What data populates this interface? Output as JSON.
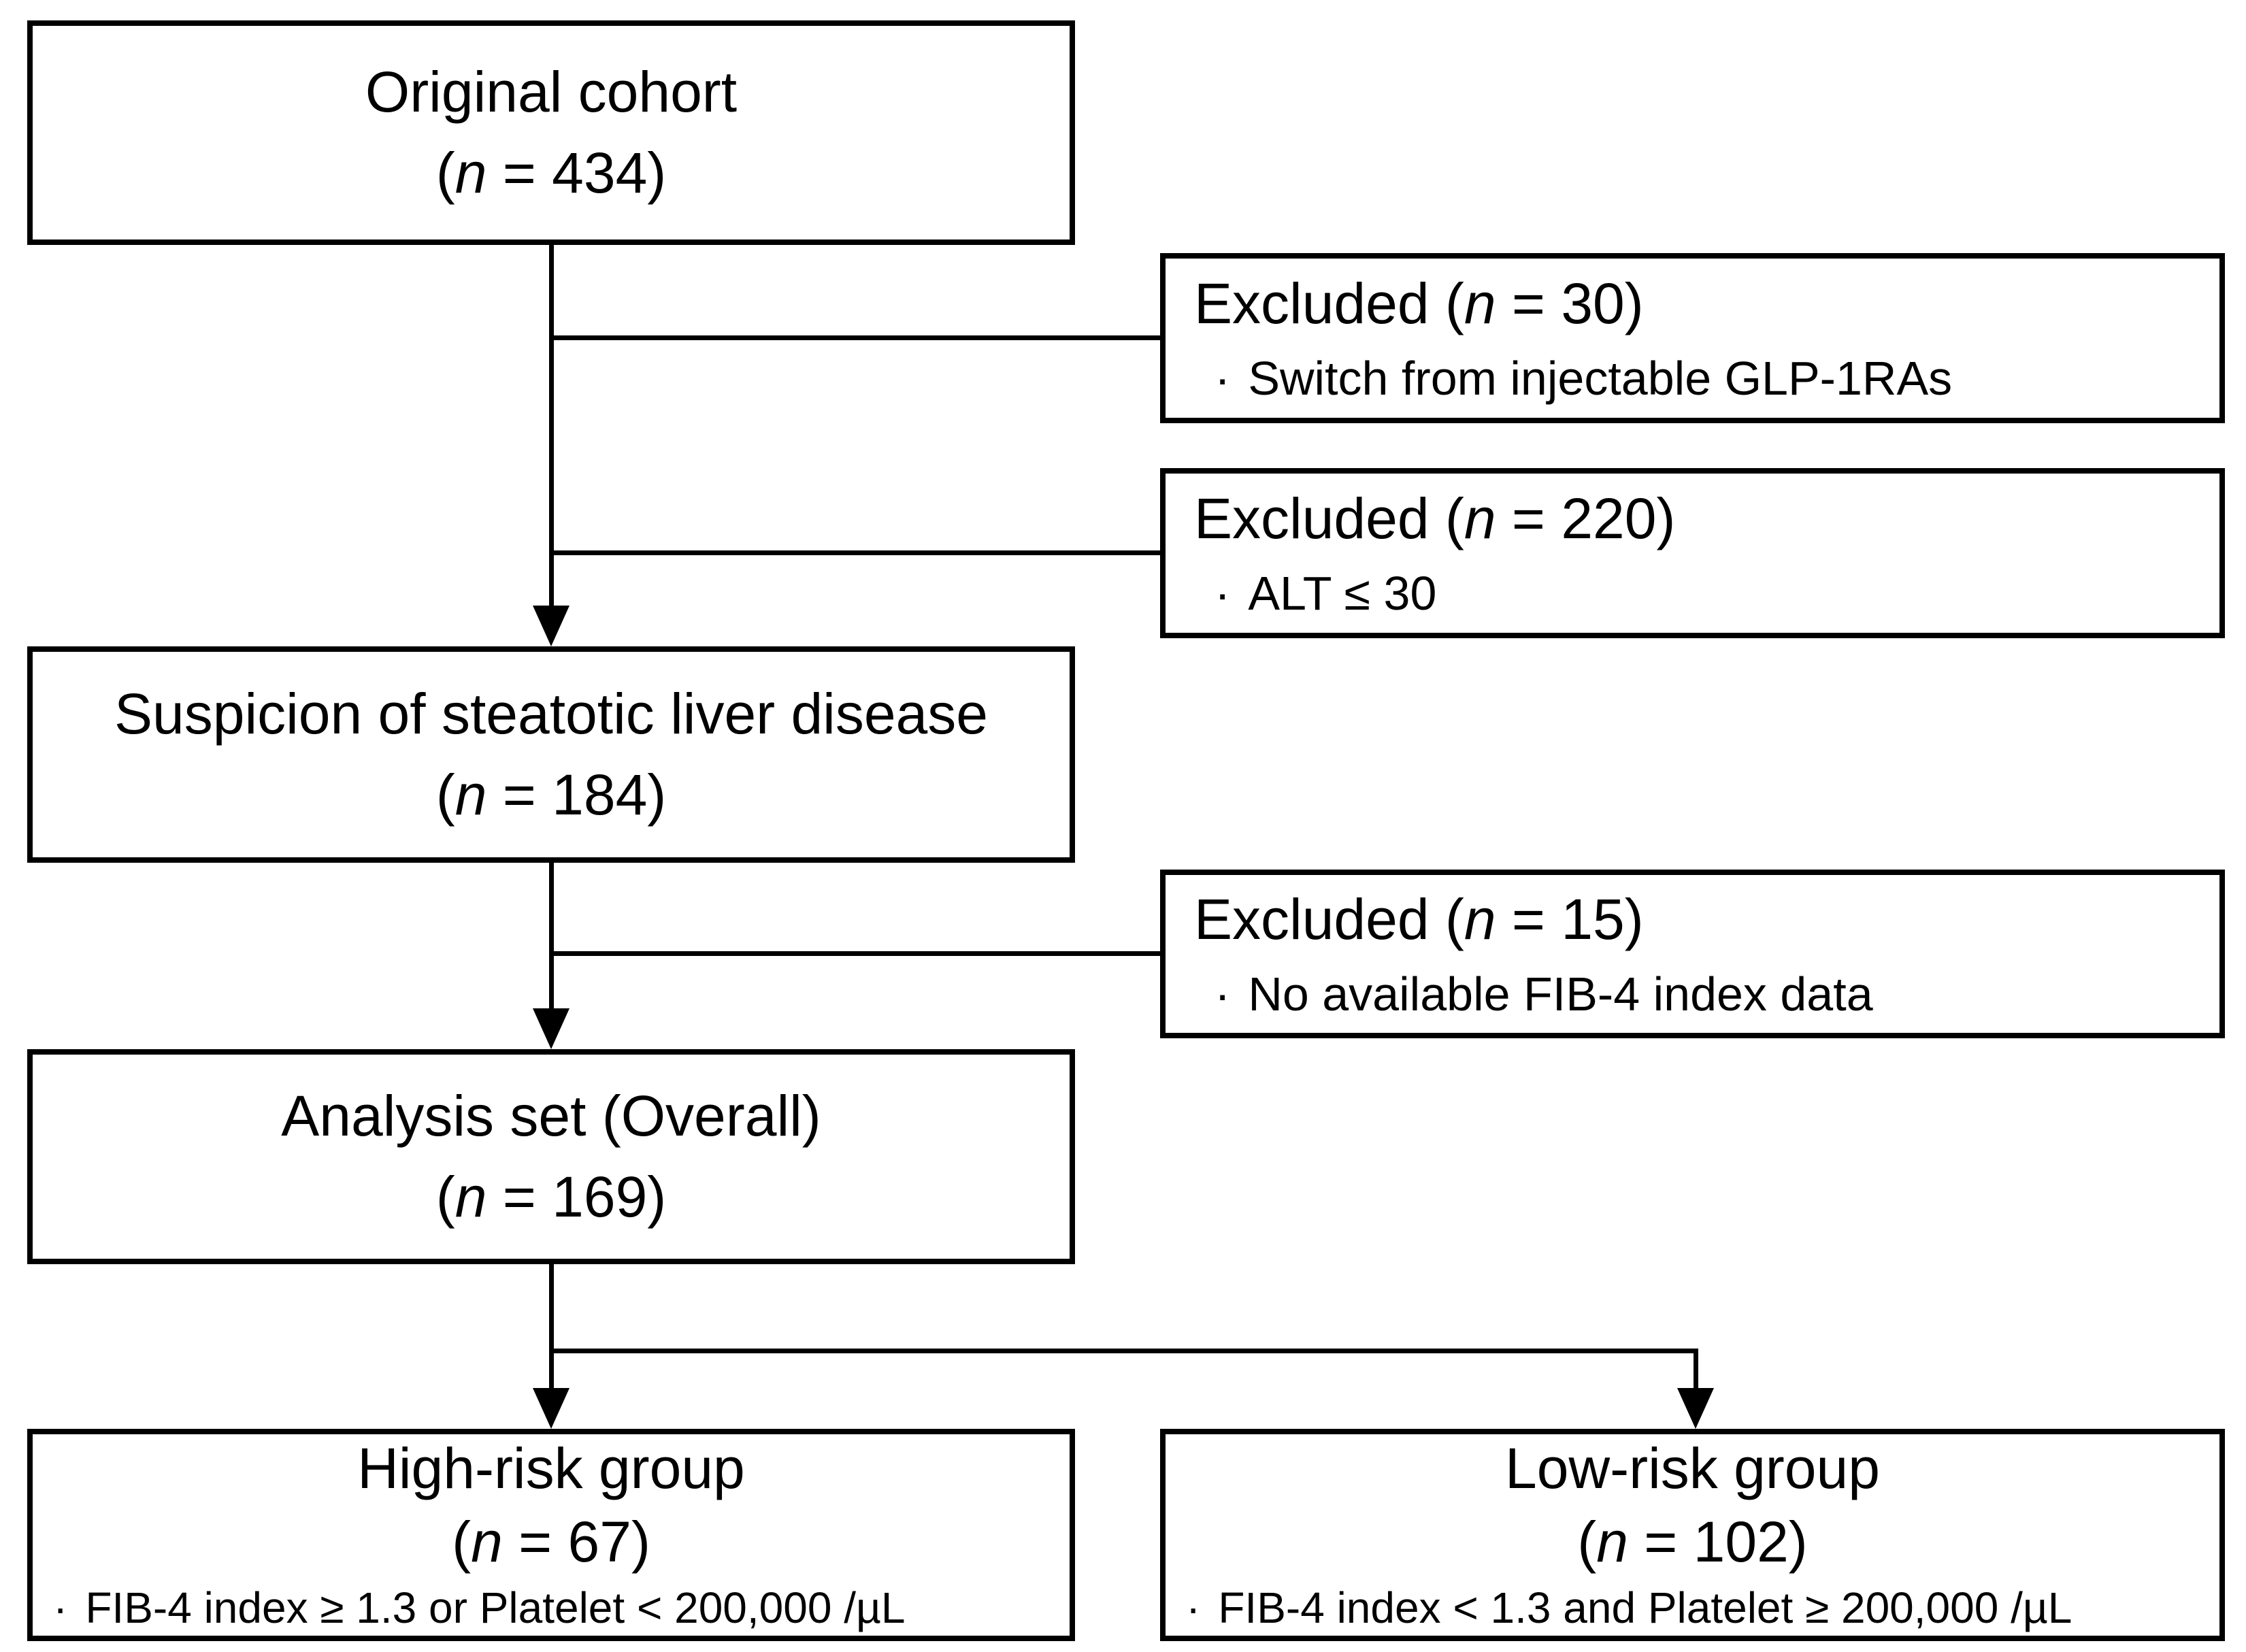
{
  "colors": {
    "line": "#000000",
    "background": "#ffffff",
    "text": "#000000"
  },
  "boxes": {
    "original_cohort": {
      "title": "Original cohort",
      "n_pre": "(",
      "n_var": "n",
      "n_post": " = 434)"
    },
    "excluded_glp1ra": {
      "title_pre": "Excluded (",
      "n_var": "n",
      "title_post": " = 30)",
      "bullet": "·",
      "reason": "Switch from injectable GLP-1RAs"
    },
    "excluded_alt": {
      "title_pre": "Excluded (",
      "n_var": "n",
      "title_post": " = 220)",
      "bullet": "·",
      "reason": "ALT ≤ 30"
    },
    "suspicion": {
      "title": "Suspicion of steatotic liver disease",
      "n_pre": "(",
      "n_var": "n",
      "n_post": " = 184)"
    },
    "excluded_fib4": {
      "title_pre": "Excluded (",
      "n_var": "n",
      "title_post": " = 15)",
      "bullet": "·",
      "reason": "No available FIB-4 index data"
    },
    "analysis_set": {
      "title": "Analysis set (Overall)",
      "n_pre": "(",
      "n_var": "n",
      "n_post": " = 169)"
    },
    "high_risk": {
      "title": "High-risk group",
      "n_pre": "(",
      "n_var": "n",
      "n_post": " = 67)",
      "bullet": "·",
      "criteria": "FIB-4 index ≥ 1.3 or Platelet < 200,000 /µL"
    },
    "low_risk": {
      "title": "Low-risk group",
      "n_pre": "(",
      "n_var": "n",
      "n_post": " = 102)",
      "bullet": "·",
      "criteria": "FIB-4 index < 1.3 and Platelet ≥ 200,000 /µL"
    }
  }
}
